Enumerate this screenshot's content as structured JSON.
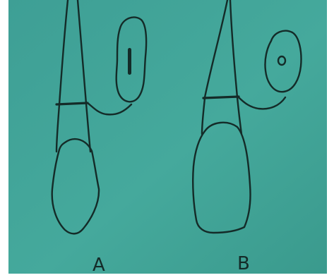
{
  "figure": {
    "panels": [
      {
        "id": "A",
        "label": "A"
      },
      {
        "id": "B",
        "label": "B"
      }
    ],
    "colors": {
      "paper": "#3fa396",
      "ink": "#142b28",
      "frame": "#ffffff"
    }
  }
}
